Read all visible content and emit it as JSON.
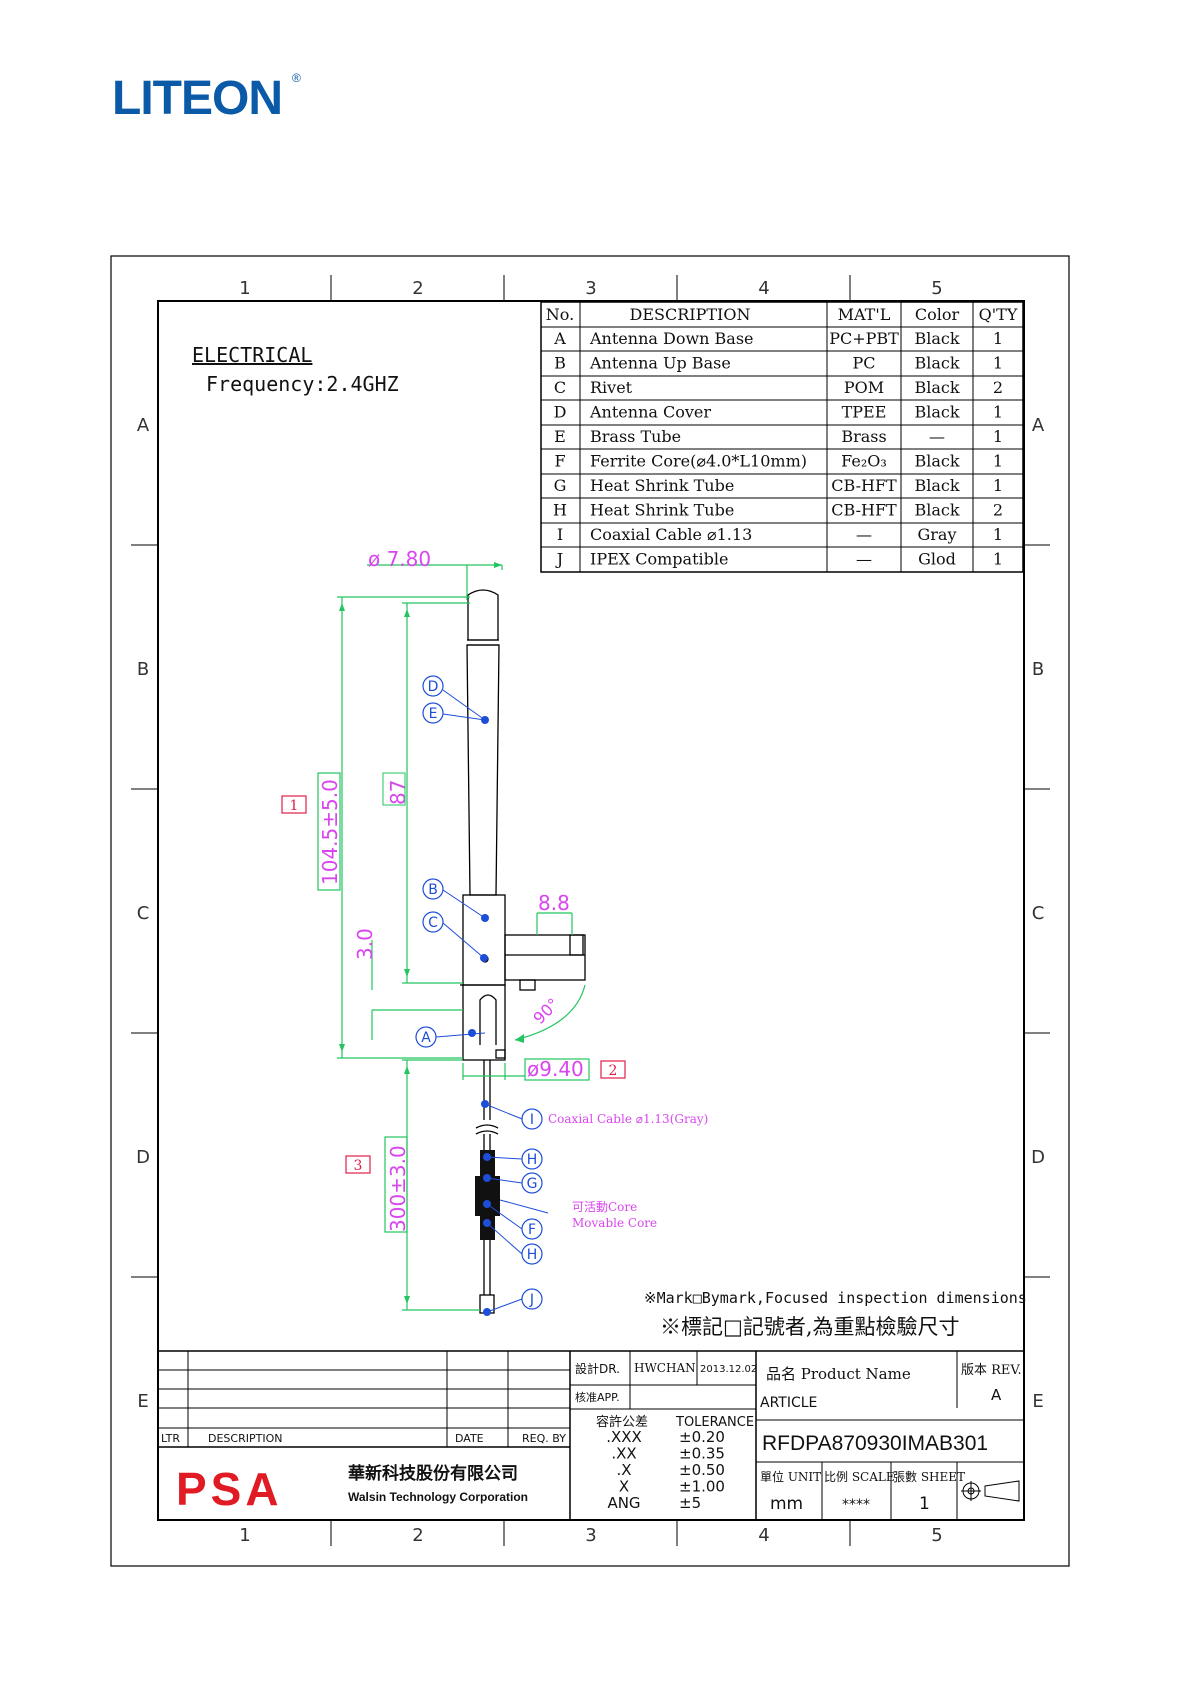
{
  "brand": {
    "logo_text": "LITEON",
    "registered": "®"
  },
  "grid": {
    "columns": [
      "1",
      "2",
      "3",
      "4",
      "5"
    ],
    "rows": [
      "A",
      "B",
      "C",
      "D",
      "E"
    ]
  },
  "electrical": {
    "heading": "ELECTRICAL",
    "frequency": "Frequency:2.4GHZ"
  },
  "bom": {
    "headers": [
      "No.",
      "DESCRIPTION",
      "MAT'L",
      "Color",
      "Q'TY"
    ],
    "rows": [
      [
        "A",
        "Antenna Down Base",
        "PC+PBT",
        "Black",
        "1"
      ],
      [
        "B",
        "Antenna Up Base",
        "PC",
        "Black",
        "1"
      ],
      [
        "C",
        "Rivet",
        "POM",
        "Black",
        "2"
      ],
      [
        "D",
        "Antenna Cover",
        "TPEE",
        "Black",
        "1"
      ],
      [
        "E",
        "Brass Tube",
        "Brass",
        "—",
        "1"
      ],
      [
        "F",
        "Ferrite Core(⌀4.0*L10mm)",
        "Fe₂O₃",
        "Black",
        "1"
      ],
      [
        "G",
        "Heat Shrink Tube",
        "CB-HFT",
        "Black",
        "1"
      ],
      [
        "H",
        "Heat Shrink Tube",
        "CB-HFT",
        "Black",
        "2"
      ],
      [
        "I",
        "Coaxial Cable ⌀1.13",
        "—",
        "Gray",
        "1"
      ],
      [
        "J",
        "IPEX Compatible",
        "—",
        "Glod",
        "1"
      ]
    ]
  },
  "dimensions": {
    "top_diameter": "ø 7.80",
    "cover_length": "87",
    "total_length": "104.5±5.0",
    "base_offset": "3.0",
    "connector_width": "8.8",
    "angle": "90°",
    "base_diameter": "ø9.40",
    "cable_length": "300±3.0",
    "mark1": "1",
    "mark2": "2",
    "mark3": "3"
  },
  "callouts": {
    "D": "D",
    "E": "E",
    "B": "B",
    "C": "C",
    "A": "A",
    "I": "I",
    "H1": "H",
    "G": "G",
    "F": "F",
    "H2": "H",
    "J": "J",
    "cable_label": "Coaxial Cable ⌀1.13(Gray)",
    "core_cn": "可活動Core",
    "core_en": "Movable Core"
  },
  "notes": {
    "mark_en": "※Mark□Bymark,Focused inspection dimensions",
    "mark_cn": "※標記□記號者,為重點檢驗尺寸"
  },
  "titleblock": {
    "revision_headers": [
      "LTR",
      "DESCRIPTION",
      "DATE",
      "REQ. BY"
    ],
    "company_logo": "PSA",
    "company_cn": "華新科技股份有限公司",
    "company_en": "Walsin Technology Corporation",
    "design_label": "設計DR.",
    "designer": "HWCHAN",
    "design_date": "2013.12.02",
    "approve_label": "核准APP.",
    "tolerance_label_cn": "容許公差",
    "tolerance_label": "TOLERANCE",
    "tolerances": [
      [
        ".XXX",
        "±0.20"
      ],
      [
        ".XX",
        "±0.35"
      ],
      [
        ".X",
        "±0.50"
      ],
      [
        "X",
        "±1.00"
      ],
      [
        "ANG",
        "±5"
      ]
    ],
    "product_name_label": "品名 Product Name",
    "article": "ARTICLE",
    "part_number": "RFDPA870930IMAB301",
    "rev_label": "版本 REV.",
    "rev": "A",
    "unit_label": "單位 UNIT",
    "unit": "mm",
    "scale_label": "比例 SCALE",
    "scale": "****",
    "sheet_label": "張數 SHEET",
    "sheet": "1"
  },
  "colors": {
    "line": "#000000",
    "dimension": "#22c55e",
    "dimension_text": "#d946ef",
    "callout": "#1d4ed8",
    "mark": "#e11d48",
    "logo_blue": "#0b5aa8",
    "psa_red": "#e01b24"
  }
}
